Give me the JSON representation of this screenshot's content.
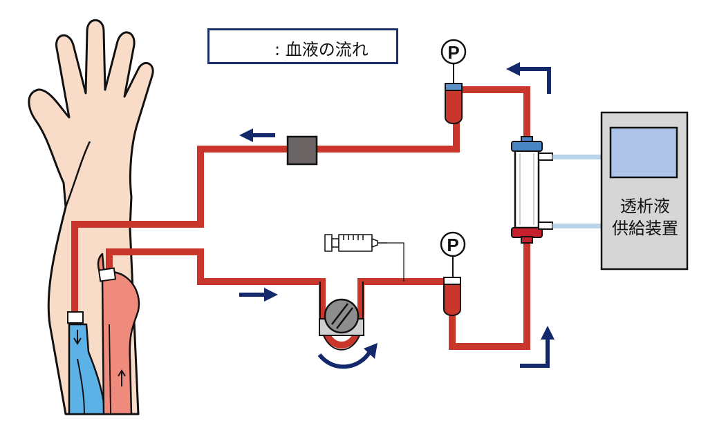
{
  "legend": {
    "text": ": 血液の流れ"
  },
  "pressure_gauge": {
    "label": "P"
  },
  "dialysate_machine": {
    "line1": "透析液",
    "line2": "供給装置"
  },
  "colors": {
    "blood": "#c9372c",
    "venous": "#5cb1e6",
    "arterial": "#ef8b7c",
    "skin": "#f8dcc8",
    "arrow": "#13296b",
    "dialysate_line": "#b9d3ea",
    "screen": "#aec3e8",
    "machine": "#d6d6d6"
  }
}
